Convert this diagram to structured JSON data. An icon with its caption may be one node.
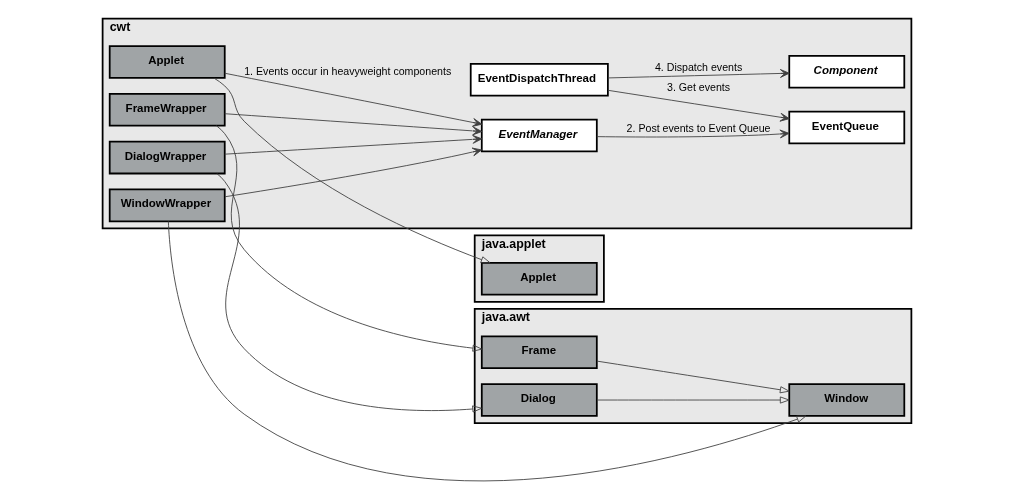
{
  "diagram": {
    "nodes": [
      {
        "text": [
          "cwt"
        ]
      },
      {
        "text": [
          "Component"
        ],
        "in": 0
      },
      {
        "text": [
          "EventDispatchThread"
        ],
        "in": 0
      },
      {
        "text": [
          "EventQueue"
        ],
        "in": 0
      },
      {
        "text": [
          "Applet"
        ],
        "in": 0
      },
      {
        "text": [
          "WindowWrapper"
        ],
        "in": 0
      },
      {
        "text": [
          "FrameWrapper"
        ],
        "in": 0
      },
      {
        "text": [
          "DialogWrapper"
        ],
        "in": 0
      },
      {
        "text": [
          "EventManager"
        ],
        "in": 0
      },
      {
        "text": [
          "java.applet"
        ]
      },
      {
        "text": [
          "Applet"
        ],
        "in": 9
      },
      {
        "text": [
          "java.awt"
        ]
      },
      {
        "text": [
          "Window"
        ],
        "in": 11
      },
      {
        "text": [
          "Frame"
        ],
        "in": 11
      },
      {
        "text": [
          "Dialog"
        ],
        "in": 11
      }
    ],
    "edges": [
      {
        "from": 2,
        "to": 1,
        "arrow": "to",
        "label": "4. Dispatch events"
      },
      {
        "from": 2,
        "to": 3,
        "arrow": "to",
        "label": "3. Get events"
      },
      {
        "from": 8,
        "to": 3,
        "arrow": "to",
        "label": "2. Post events to Event Queue"
      },
      {
        "from": 4,
        "to": 8,
        "arrow": "to",
        "label": "1. Events occur in heavyweight components"
      },
      {
        "from": 5,
        "to": 8,
        "arrow": "to"
      },
      {
        "from": 6,
        "to": 8,
        "arrow": "to"
      },
      {
        "from": 7,
        "to": 8,
        "arrow": "to"
      },
      {
        "from": 4,
        "to": 10,
        "arrow": "to"
      },
      {
        "from": 5,
        "to": 12,
        "arrow": "to"
      },
      {
        "from": 6,
        "to": 13,
        "arrow": "to"
      },
      {
        "from": 7,
        "to": 14,
        "arrow": "to"
      },
      {
        "from": 13,
        "to": 12,
        "arrow": "to"
      },
      {
        "from": 14,
        "to": 12,
        "arrow": "to"
      }
    ]
  }
}
